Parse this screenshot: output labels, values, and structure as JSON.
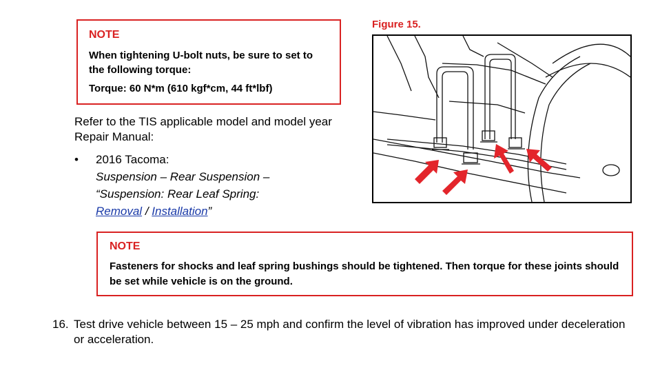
{
  "note1": {
    "title": "NOTE",
    "line1": "When tightening U-bolt nuts, be sure to set to the following torque:",
    "torque": "Torque: 60 N*m (610 kgf*cm, 44 ft*lbf)"
  },
  "refer": {
    "text": "Refer to the TIS applicable model and model year Repair Manual:",
    "bullet_char": "•",
    "model": "2016 Tacoma:",
    "path_line1": "Suspension – Rear Suspension –",
    "path_line2": "“Suspension: Rear Leaf Spring:",
    "link_removal": "Removal",
    "separator": " / ",
    "link_installation": "Installation",
    "closing": "”"
  },
  "figure": {
    "label": "Figure 15."
  },
  "note2": {
    "title": "NOTE",
    "text": "Fasteners for shocks and leaf spring bushings should be tightened. Then torque for these joints should be set while vehicle is on the ground."
  },
  "step16": {
    "number": "16.",
    "text": "Test drive vehicle between 15 – 25 mph and confirm the level of vibration has improved under deceleration or acceleration."
  },
  "colors": {
    "note_red": "#d92121",
    "link_blue": "#1a3aa8"
  }
}
